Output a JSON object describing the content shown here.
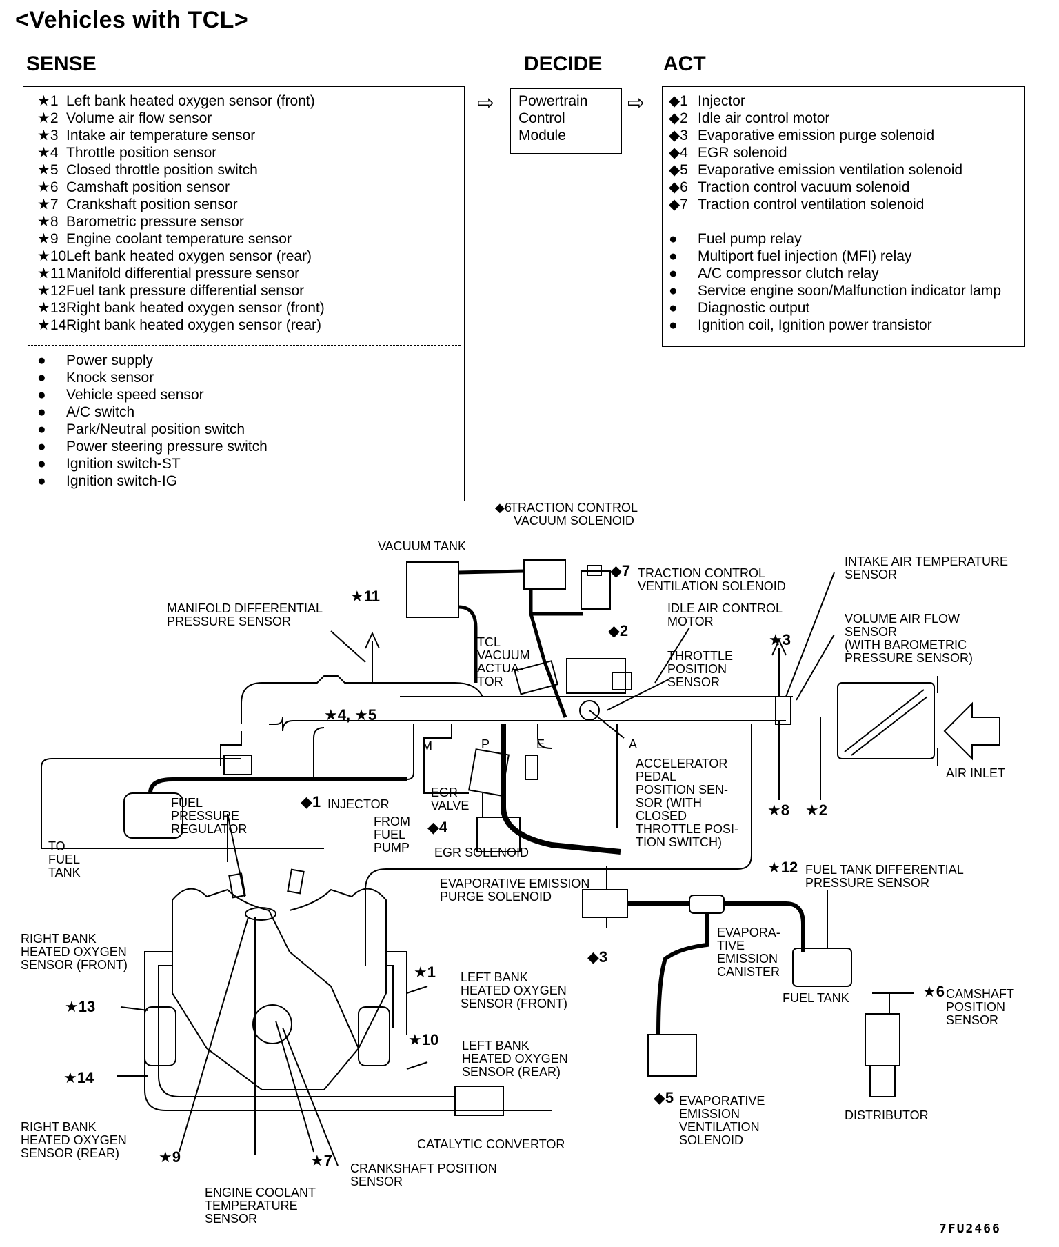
{
  "title": "<Vehicles with TCL>",
  "headers": {
    "sense": "SENSE",
    "decide": "DECIDE",
    "act": "ACT"
  },
  "arrow_glyph": "⇨",
  "sense_items": [
    {
      "mark": "★1",
      "text": "Left bank heated oxygen sensor (front)"
    },
    {
      "mark": "★2",
      "text": "Volume air flow sensor"
    },
    {
      "mark": "★3",
      "text": "Intake air temperature sensor"
    },
    {
      "mark": "★4",
      "text": "Throttle position sensor"
    },
    {
      "mark": "★5",
      "text": "Closed throttle position switch"
    },
    {
      "mark": "★6",
      "text": "Camshaft position sensor"
    },
    {
      "mark": "★7",
      "text": "Crankshaft position sensor"
    },
    {
      "mark": "★8",
      "text": "Barometric pressure sensor"
    },
    {
      "mark": "★9",
      "text": "Engine coolant temperature sensor"
    },
    {
      "mark": "★10",
      "text": "Left bank heated oxygen sensor (rear)"
    },
    {
      "mark": "★11",
      "text": "Manifold differential pressure sensor"
    },
    {
      "mark": "★12",
      "text": "Fuel tank pressure differential sensor"
    },
    {
      "mark": "★13",
      "text": "Right bank heated oxygen sensor (front)"
    },
    {
      "mark": "★14",
      "text": "Right bank heated oxygen sensor (rear)"
    }
  ],
  "sense_other": [
    {
      "mark": "●",
      "text": "Power supply"
    },
    {
      "mark": "●",
      "text": "Knock sensor"
    },
    {
      "mark": "●",
      "text": "Vehicle speed sensor"
    },
    {
      "mark": "●",
      "text": "A/C switch"
    },
    {
      "mark": "●",
      "text": "Park/Neutral position switch"
    },
    {
      "mark": "●",
      "text": "Power steering pressure switch"
    },
    {
      "mark": "●",
      "text": "Ignition switch-ST"
    },
    {
      "mark": "●",
      "text": "Ignition switch-IG"
    }
  ],
  "decide": {
    "line1": "Powertrain",
    "line2": "Control",
    "line3": "Module"
  },
  "act_items": [
    {
      "mark": "◆1",
      "text": "Injector"
    },
    {
      "mark": "◆2",
      "text": "Idle air control motor"
    },
    {
      "mark": "◆3",
      "text": "Evaporative emission purge solenoid"
    },
    {
      "mark": "◆4",
      "text": "EGR solenoid"
    },
    {
      "mark": "◆5",
      "text": "Evaporative emission ventilation solenoid"
    },
    {
      "mark": "◆6",
      "text": "Traction control vacuum solenoid"
    },
    {
      "mark": "◆7",
      "text": "Traction control ventilation solenoid"
    }
  ],
  "act_other": [
    {
      "mark": "●",
      "text": "Fuel pump relay"
    },
    {
      "mark": "●",
      "text": "Multiport fuel injection (MFI) relay"
    },
    {
      "mark": "●",
      "text": "A/C compressor clutch relay"
    },
    {
      "mark": "●",
      "text": "Service engine soon/Malfunction indicator lamp"
    },
    {
      "mark": "●",
      "text": "Diagnostic output"
    },
    {
      "mark": "●",
      "text": "Ignition coil, Ignition power transistor"
    }
  ],
  "diagram": {
    "tcl_vac_sol_num": "◆6",
    "tcl_vac_sol": "TRACTION CONTROL\nVACUUM SOLENOID",
    "vacuum_tank": "VACUUM TANK",
    "tcl_vent_sol_num": "◆7",
    "tcl_vent_sol": "TRACTION CONTROL\nVENTILATION SOLENOID",
    "intake_air_temp": "INTAKE AIR TEMPERATURE\nSENSOR",
    "manifold_diff": "MANIFOLD DIFFERENTIAL\nPRESSURE SENSOR",
    "n11": "★11",
    "idle_air": "IDLE AIR CONTROL\nMOTOR",
    "n_d2": "◆2",
    "vaf": "VOLUME AIR FLOW\nSENSOR\n(WITH BAROMETRIC\nPRESSURE SENSOR)",
    "n3": "★3",
    "tcl_actuator": "TCL\nVACUUM\nACTUA-\nTOR",
    "tps": "THROTTLE\nPOSITION\nSENSOR",
    "n45": "★4, ★5",
    "port_m": "M",
    "port_p": "P",
    "port_e": "E",
    "port_a": "A",
    "accel": "ACCELERATOR\nPEDAL\nPOSITION SEN-\nSOR (WITH\nCLOSED\nTHROTTLE POSI-\nTION SWITCH)",
    "air_inlet": "AIR INLET",
    "n8": "★8",
    "n2": "★2",
    "fpr": "FUEL\nPRESSURE\nREGULATOR",
    "injector_num": "◆1",
    "injector": "INJECTOR",
    "from_pump": "FROM\nFUEL\nPUMP",
    "to_tank": "TO\nFUEL\nTANK",
    "egr_valve": "EGR\nVALVE",
    "n_d4": "◆4",
    "egr_sol": "EGR SOLENOID",
    "n12": "★12",
    "ftdps": "FUEL TANK DIFFERENTIAL\nPRESSURE SENSOR",
    "purge": "EVAPORATIVE EMISSION\nPURGE SOLENOID",
    "n_d3": "◆3",
    "canister": "EVAPORA-\nTIVE\nEMISSION\nCANISTER",
    "fuel_tank": "FUEL TANK",
    "rb_front": "RIGHT BANK\nHEATED OXYGEN\nSENSOR (FRONT)",
    "n13": "★13",
    "n1": "★1",
    "lb_front": "LEFT BANK\nHEATED OXYGEN\nSENSOR (FRONT)",
    "n10": "★10",
    "lb_rear": "LEFT BANK\nHEATED OXYGEN\nSENSOR (REAR)",
    "n_s6": "★6",
    "camshaft": "CAMSHAFT\nPOSITION\nSENSOR",
    "n14": "★14",
    "rb_rear": "RIGHT BANK\nHEATED OXYGEN\nSENSOR (REAR)",
    "n_d5": "◆5",
    "evap_vent": "EVAPORATIVE\nEMISSION\nVENTILATION\nSOLENOID",
    "distributor": "DISTRIBUTOR",
    "cat": "CATALYTIC CONVERTOR",
    "n9": "★9",
    "n7": "★7",
    "crank": "CRANKSHAFT POSITION\nSENSOR",
    "ect": "ENGINE COOLANT\nTEMPERATURE\nSENSOR",
    "code": "7FU2466"
  }
}
